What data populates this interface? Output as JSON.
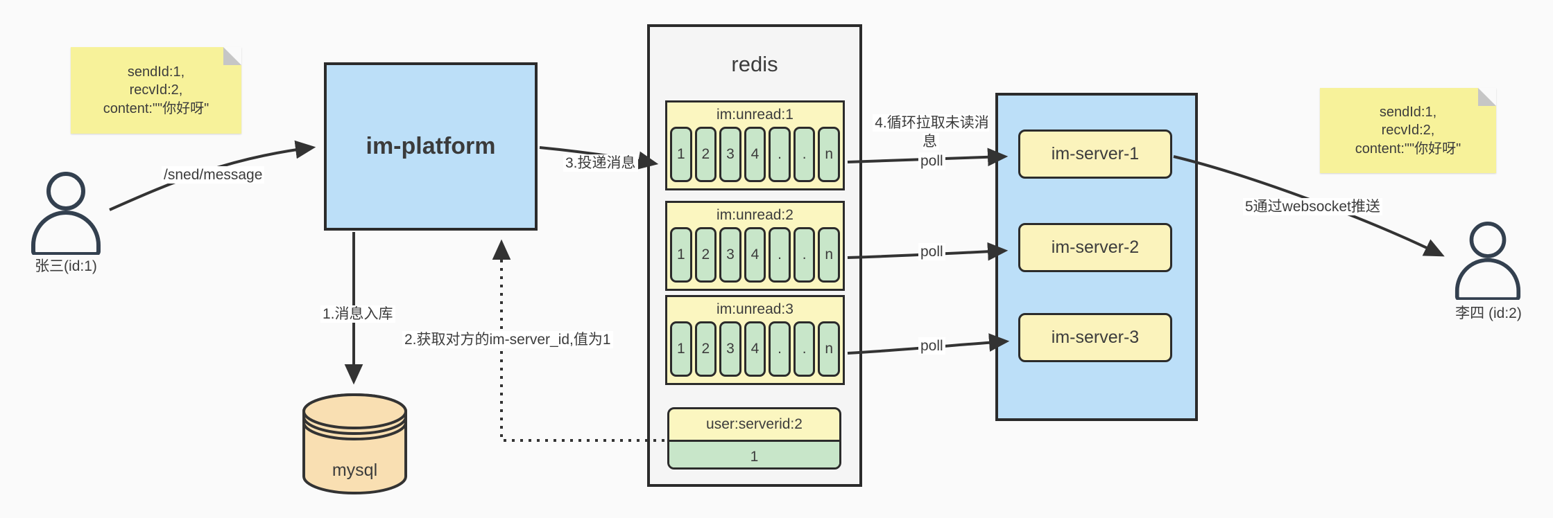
{
  "page": {
    "background": "#fafafa"
  },
  "colors": {
    "platform_blue": "#bcdff8",
    "cluster_blue": "#bcdff8",
    "note_yellow": "#f7f29a",
    "queue_yellow": "#fbf6c0",
    "server_yellow": "#fbf3bc",
    "cell_green": "#c8e6c9",
    "db_tan": "#f9dfb2",
    "line": "#333333"
  },
  "sender": {
    "name": "张三(id:1)"
  },
  "receiver": {
    "name": "李四 (id:2)"
  },
  "note_left": {
    "line1": "sendId:1,",
    "line2": "recvId:2,",
    "line3": "content:\"\"你好呀\""
  },
  "note_right": {
    "line1": "sendId:1,",
    "line2": "recvId:2,",
    "line3": "content:\"\"你好呀\""
  },
  "platform": {
    "label": "im-platform"
  },
  "database": {
    "label": "mysql"
  },
  "redis": {
    "title": "redis",
    "queues": [
      {
        "title": "im:unread:1",
        "cells": [
          "1",
          "2",
          "3",
          "4",
          ".",
          ".",
          "n"
        ]
      },
      {
        "title": "im:unread:2",
        "cells": [
          "1",
          "2",
          "3",
          "4",
          ".",
          ".",
          "n"
        ]
      },
      {
        "title": "im:unread:3",
        "cells": [
          "1",
          "2",
          "3",
          "4",
          ".",
          ".",
          "n"
        ]
      }
    ],
    "kv": {
      "key": "user:serverid:2",
      "value": "1"
    }
  },
  "server_cluster": {
    "servers": [
      {
        "label": "im-server-1"
      },
      {
        "label": "im-server-2"
      },
      {
        "label": "im-server-3"
      }
    ]
  },
  "edges": {
    "send": "/sned/message",
    "store": "1.消息入库",
    "lookup": "2.获取对方的im-server_id,值为1",
    "deliver": "3.投递消息",
    "pull": "4.循环拉取未读消息",
    "poll": "poll",
    "push": "5通过websocket推送"
  }
}
